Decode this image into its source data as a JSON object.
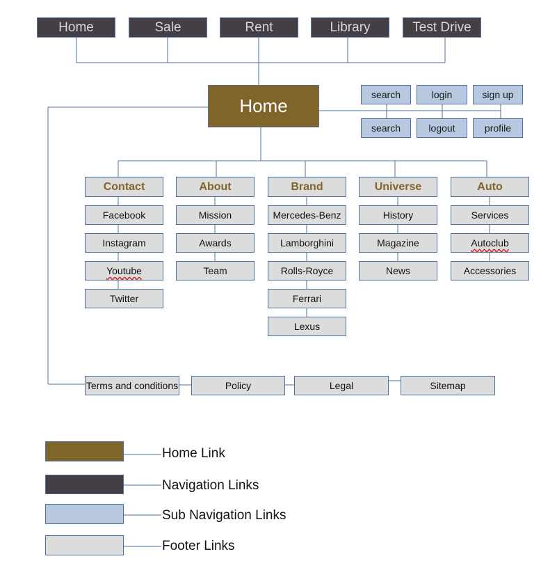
{
  "navigation": [
    "Home",
    "Sale",
    "Rent",
    "Library",
    "Test Drive"
  ],
  "home": "Home",
  "sub_navigation": {
    "row1": [
      "search",
      "login",
      "sign up"
    ],
    "row2": [
      "search",
      "logout",
      "profile"
    ]
  },
  "categories": [
    {
      "title": "Contact",
      "items": [
        "Facebook",
        "Instagram",
        "Youtube",
        "Twitter"
      ]
    },
    {
      "title": "About",
      "items": [
        "Mission",
        "Awards",
        "Team"
      ]
    },
    {
      "title": "Brand",
      "items": [
        "Mercedes-Benz",
        "Lamborghini",
        "Rolls-Royce",
        "Ferrari",
        "Lexus"
      ]
    },
    {
      "title": "Universe",
      "items": [
        "History",
        "Magazine",
        "News"
      ]
    },
    {
      "title": "Auto",
      "items": [
        "Services",
        "Autoclub",
        "Accessories"
      ]
    }
  ],
  "footer": [
    "Terms and conditions",
    "Policy",
    "Legal",
    "Sitemap"
  ],
  "legend": [
    {
      "label": "Home Link",
      "color": "#80652a"
    },
    {
      "label": "Navigation Links",
      "color": "#433f44"
    },
    {
      "label": "Sub Navigation Links",
      "color": "#b7c8df"
    },
    {
      "label": "Footer Links",
      "color": "#dcdcdc"
    }
  ],
  "colors": {
    "line": "#4f6f9e",
    "category_text": "#80652a"
  }
}
